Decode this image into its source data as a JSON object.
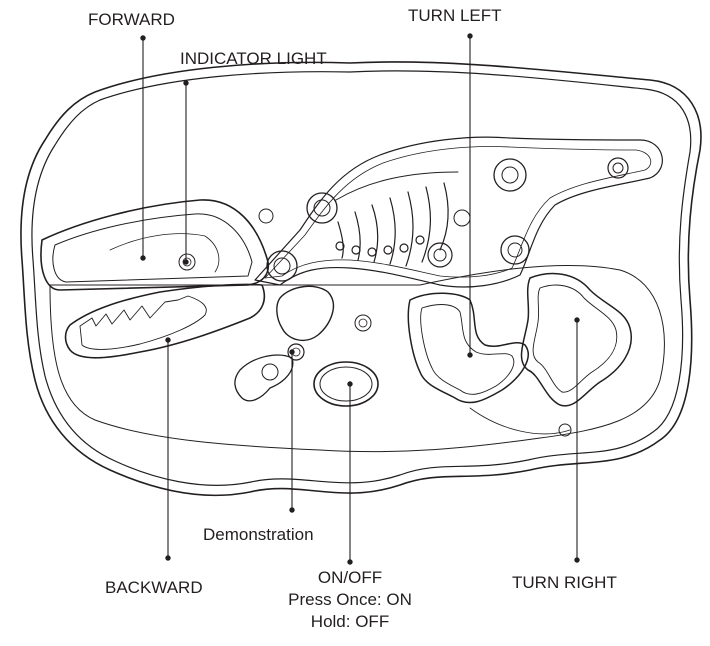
{
  "labels": {
    "forward": "FORWARD",
    "indicator_light": "INDICATOR LIGHT",
    "turn_left": "TURN LEFT",
    "demonstration": "Demonstration",
    "backward": "BACKWARD",
    "on_off": "ON/OFF",
    "press_once": "Press Once: ON",
    "hold_off": "Hold: OFF",
    "turn_right": "TURN RIGHT"
  },
  "colors": {
    "line": "#231f20",
    "background": "#ffffff"
  }
}
